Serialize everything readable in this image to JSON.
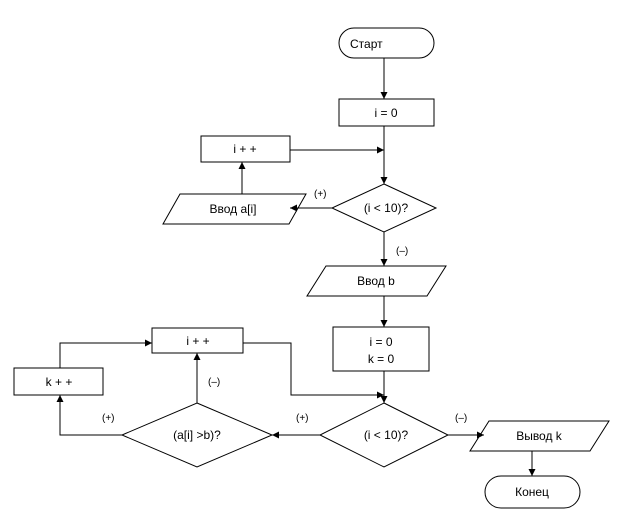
{
  "nodes": {
    "start": "Старт",
    "init_i": "i = 0",
    "input_i_inc": "i + +",
    "input_cond": "(i < 10)?",
    "input_a": "Ввод a[i]",
    "input_b": "Ввод b",
    "init2_line1": "i = 0",
    "init2_line2": "k = 0",
    "loop_i_inc": "i + +",
    "k_inc": "k + +",
    "cond_a_gt_b": "(a[i] >b)?",
    "loop_cond": "(i < 10)?",
    "output_k": "Вывод k",
    "end": "Конец"
  },
  "edge_labels": {
    "input_yes": "(+)",
    "input_no": "(–)",
    "check_yes": "(+)",
    "check_no": "(–)",
    "loop_yes": "(+)",
    "loop_no": "(–)"
  }
}
